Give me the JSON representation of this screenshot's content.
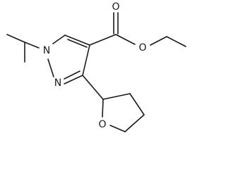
{
  "molecule": {
    "atoms": {
      "n1": "N",
      "n2": "N",
      "o_carbonyl": "O",
      "o_ester": "O",
      "o_ring": "O"
    }
  }
}
